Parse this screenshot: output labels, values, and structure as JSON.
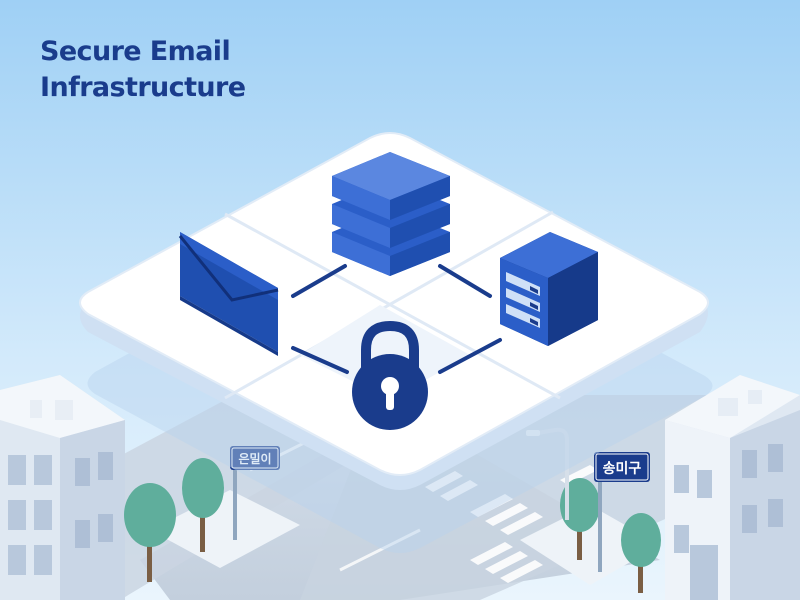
{
  "title": {
    "line1": "Secure Email",
    "line2": "Infrastructure"
  },
  "signs": {
    "left": "은밀이",
    "right": "송미구"
  },
  "icons": [
    "envelope-icon",
    "database-icon",
    "server-rack-icon",
    "padlock-icon"
  ],
  "colors": {
    "sky_top": "#9fd0f5",
    "sky_bottom": "#eaf5fd",
    "accent_dark": "#1a3c8c",
    "icon_blue": "#3d6fd6",
    "platform": "#ffffff",
    "tree": "#5fae9c"
  }
}
